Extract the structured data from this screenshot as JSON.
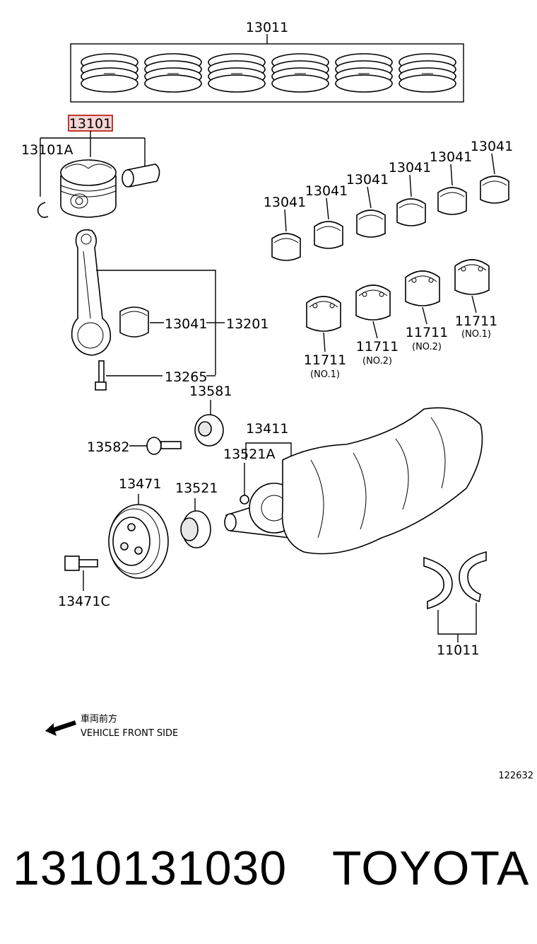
{
  "diagram": {
    "labels": {
      "piston_ring_set": "13011",
      "piston_sub_assy": "13101",
      "piston_snap_ring": "13101A",
      "bearing_a": "13041",
      "bearing_b": "13041",
      "bearing_c": "13041",
      "bearing_d": "13041",
      "bearing_e": "13041",
      "bearing_f": "13041",
      "conrod_bearing": "13041",
      "conrod_assy": "13201",
      "conrod_bolt": "13265",
      "crank_bearing_1": "11711",
      "crank_bearing_2": "11711",
      "crank_bearing_3": "11711",
      "crank_bearing_4": "11711",
      "spacer": "13581",
      "bolt": "13582",
      "crankshaft": "13411",
      "key": "13521A",
      "pulley": "13471",
      "timing_gear": "13521",
      "pulley_bolt": "13471C",
      "thrust_washer_set": "11011"
    },
    "suffixes": {
      "crank_bearing_1": "(NO.1)",
      "crank_bearing_2": "(NO.2)",
      "crank_bearing_3": "(NO.2)",
      "crank_bearing_4": "(NO.1)"
    },
    "highlight_color": "#c0392b",
    "front_note": {
      "jp": "車両前方",
      "en": "VEHICLE FRONT SIDE"
    },
    "figure_code": "122632"
  },
  "footer": {
    "part_number": "1310131030",
    "brand": "TOYOTA"
  }
}
